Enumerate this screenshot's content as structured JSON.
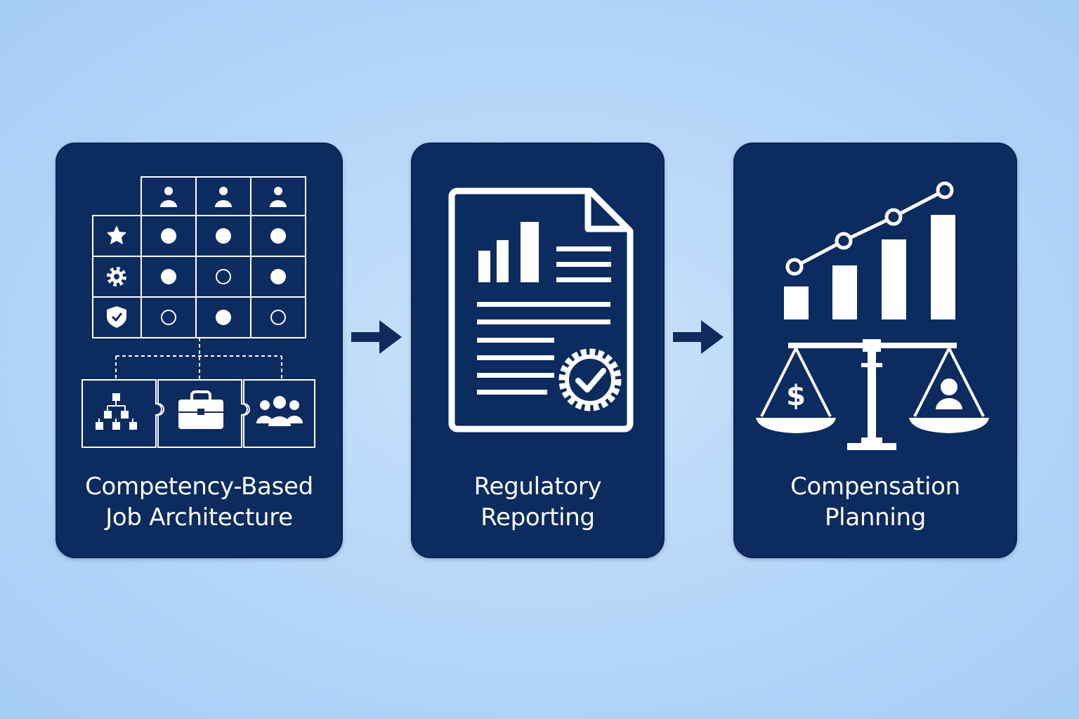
{
  "steps": [
    {
      "id": "competency",
      "label_line1": "Competency-Based",
      "label_line2": "Job Architecture",
      "icon": "competency-matrix-icon"
    },
    {
      "id": "regulatory",
      "label_line1": "Regulatory",
      "label_line2": "Reporting",
      "icon": "certified-report-document-icon"
    },
    {
      "id": "compensation",
      "label_line1": "Compensation",
      "label_line2": "Planning",
      "icon": "pay-equity-scale-chart-icon"
    }
  ],
  "connectors": [
    "arrow-right-icon",
    "arrow-right-icon"
  ],
  "scale": {
    "left_symbol": "$"
  },
  "colors": {
    "background": "#b4d6f8",
    "card": "#0c2b5f",
    "foreground": "#ffffff"
  }
}
